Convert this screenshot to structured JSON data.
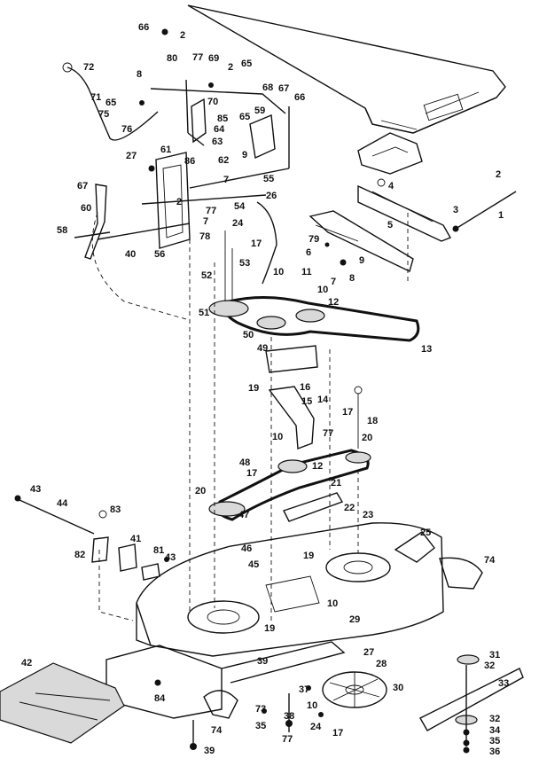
{
  "diagram": {
    "callouts": [
      {
        "id": "c66a",
        "label": "66"
      },
      {
        "id": "c2a",
        "label": "2"
      },
      {
        "id": "c72",
        "label": "72"
      },
      {
        "id": "c8a",
        "label": "8"
      },
      {
        "id": "c80",
        "label": "80"
      },
      {
        "id": "c77a",
        "label": "77"
      },
      {
        "id": "c69",
        "label": "69"
      },
      {
        "id": "c2b",
        "label": "2"
      },
      {
        "id": "c65a",
        "label": "65"
      },
      {
        "id": "c71",
        "label": "71"
      },
      {
        "id": "c65b",
        "label": "65"
      },
      {
        "id": "c75",
        "label": "75"
      },
      {
        "id": "c76",
        "label": "76"
      },
      {
        "id": "c70",
        "label": "70"
      },
      {
        "id": "c68",
        "label": "68"
      },
      {
        "id": "c67a",
        "label": "67"
      },
      {
        "id": "c66b",
        "label": "66"
      },
      {
        "id": "c59",
        "label": "59"
      },
      {
        "id": "c85",
        "label": "85"
      },
      {
        "id": "c64",
        "label": "64"
      },
      {
        "id": "c63",
        "label": "63"
      },
      {
        "id": "c65c",
        "label": "65"
      },
      {
        "id": "c27a",
        "label": "27"
      },
      {
        "id": "c61",
        "label": "61"
      },
      {
        "id": "c86",
        "label": "86"
      },
      {
        "id": "c62",
        "label": "62"
      },
      {
        "id": "c9a",
        "label": "9"
      },
      {
        "id": "c55",
        "label": "55"
      },
      {
        "id": "c7a",
        "label": "7"
      },
      {
        "id": "c54",
        "label": "54"
      },
      {
        "id": "c26",
        "label": "26"
      },
      {
        "id": "c67b",
        "label": "67"
      },
      {
        "id": "c60",
        "label": "60"
      },
      {
        "id": "c2c",
        "label": "2"
      },
      {
        "id": "c77b",
        "label": "77"
      },
      {
        "id": "c7b",
        "label": "7"
      },
      {
        "id": "c24a",
        "label": "24"
      },
      {
        "id": "c58",
        "label": "58"
      },
      {
        "id": "c78",
        "label": "78"
      },
      {
        "id": "c40",
        "label": "40"
      },
      {
        "id": "c56",
        "label": "56"
      },
      {
        "id": "c17a",
        "label": "17"
      },
      {
        "id": "c53",
        "label": "53"
      },
      {
        "id": "c52",
        "label": "52"
      },
      {
        "id": "c4",
        "label": "4"
      },
      {
        "id": "c2d",
        "label": "2"
      },
      {
        "id": "c3",
        "label": "3"
      },
      {
        "id": "c1",
        "label": "1"
      },
      {
        "id": "c5",
        "label": "5"
      },
      {
        "id": "c79",
        "label": "79"
      },
      {
        "id": "c6",
        "label": "6"
      },
      {
        "id": "c9b",
        "label": "9"
      },
      {
        "id": "c7c",
        "label": "7"
      },
      {
        "id": "c8b",
        "label": "8"
      },
      {
        "id": "c10a",
        "label": "10"
      },
      {
        "id": "c11",
        "label": "11"
      },
      {
        "id": "c10b",
        "label": "10"
      },
      {
        "id": "c12a",
        "label": "12"
      },
      {
        "id": "c51",
        "label": "51"
      },
      {
        "id": "c50",
        "label": "50"
      },
      {
        "id": "c13",
        "label": "13"
      },
      {
        "id": "c49",
        "label": "49"
      },
      {
        "id": "c19a",
        "label": "19"
      },
      {
        "id": "c16",
        "label": "16"
      },
      {
        "id": "c14",
        "label": "14"
      },
      {
        "id": "c15",
        "label": "15"
      },
      {
        "id": "c17b",
        "label": "17"
      },
      {
        "id": "c18",
        "label": "18"
      },
      {
        "id": "c10c",
        "label": "10"
      },
      {
        "id": "c77c",
        "label": "77"
      },
      {
        "id": "c20a",
        "label": "20"
      },
      {
        "id": "c48",
        "label": "48"
      },
      {
        "id": "c17c",
        "label": "17"
      },
      {
        "id": "c12b",
        "label": "12"
      },
      {
        "id": "c20b",
        "label": "20"
      },
      {
        "id": "c21",
        "label": "21"
      },
      {
        "id": "c22",
        "label": "22"
      },
      {
        "id": "c23",
        "label": "23"
      },
      {
        "id": "c47",
        "label": "47"
      },
      {
        "id": "c43a",
        "label": "43"
      },
      {
        "id": "c44",
        "label": "44"
      },
      {
        "id": "c83",
        "label": "83"
      },
      {
        "id": "c41",
        "label": "41"
      },
      {
        "id": "c82",
        "label": "82"
      },
      {
        "id": "c81",
        "label": "81"
      },
      {
        "id": "c43b",
        "label": "43"
      },
      {
        "id": "c25",
        "label": "25"
      },
      {
        "id": "c74a",
        "label": "74"
      },
      {
        "id": "c46",
        "label": "46"
      },
      {
        "id": "c45",
        "label": "45"
      },
      {
        "id": "c19b",
        "label": "19"
      },
      {
        "id": "c10d",
        "label": "10"
      },
      {
        "id": "c19c",
        "label": "19"
      },
      {
        "id": "c29",
        "label": "29"
      },
      {
        "id": "c27b",
        "label": "27"
      },
      {
        "id": "c28",
        "label": "28"
      },
      {
        "id": "c42",
        "label": "42"
      },
      {
        "id": "c39a",
        "label": "39"
      },
      {
        "id": "c37",
        "label": "37"
      },
      {
        "id": "c30",
        "label": "30"
      },
      {
        "id": "c31",
        "label": "31"
      },
      {
        "id": "c32a",
        "label": "32"
      },
      {
        "id": "c33",
        "label": "33"
      },
      {
        "id": "c84",
        "label": "84"
      },
      {
        "id": "c73",
        "label": "73"
      },
      {
        "id": "c74b",
        "label": "74"
      },
      {
        "id": "c35",
        "label": "35"
      },
      {
        "id": "c38",
        "label": "38"
      },
      {
        "id": "c10e",
        "label": "10"
      },
      {
        "id": "c24b",
        "label": "24"
      },
      {
        "id": "c17d",
        "label": "17"
      },
      {
        "id": "c77d",
        "label": "77"
      },
      {
        "id": "c39b",
        "label": "39"
      },
      {
        "id": "c32b",
        "label": "32"
      },
      {
        "id": "c34",
        "label": "34"
      },
      {
        "id": "c35b",
        "label": "35"
      },
      {
        "id": "c36",
        "label": "36"
      }
    ]
  }
}
